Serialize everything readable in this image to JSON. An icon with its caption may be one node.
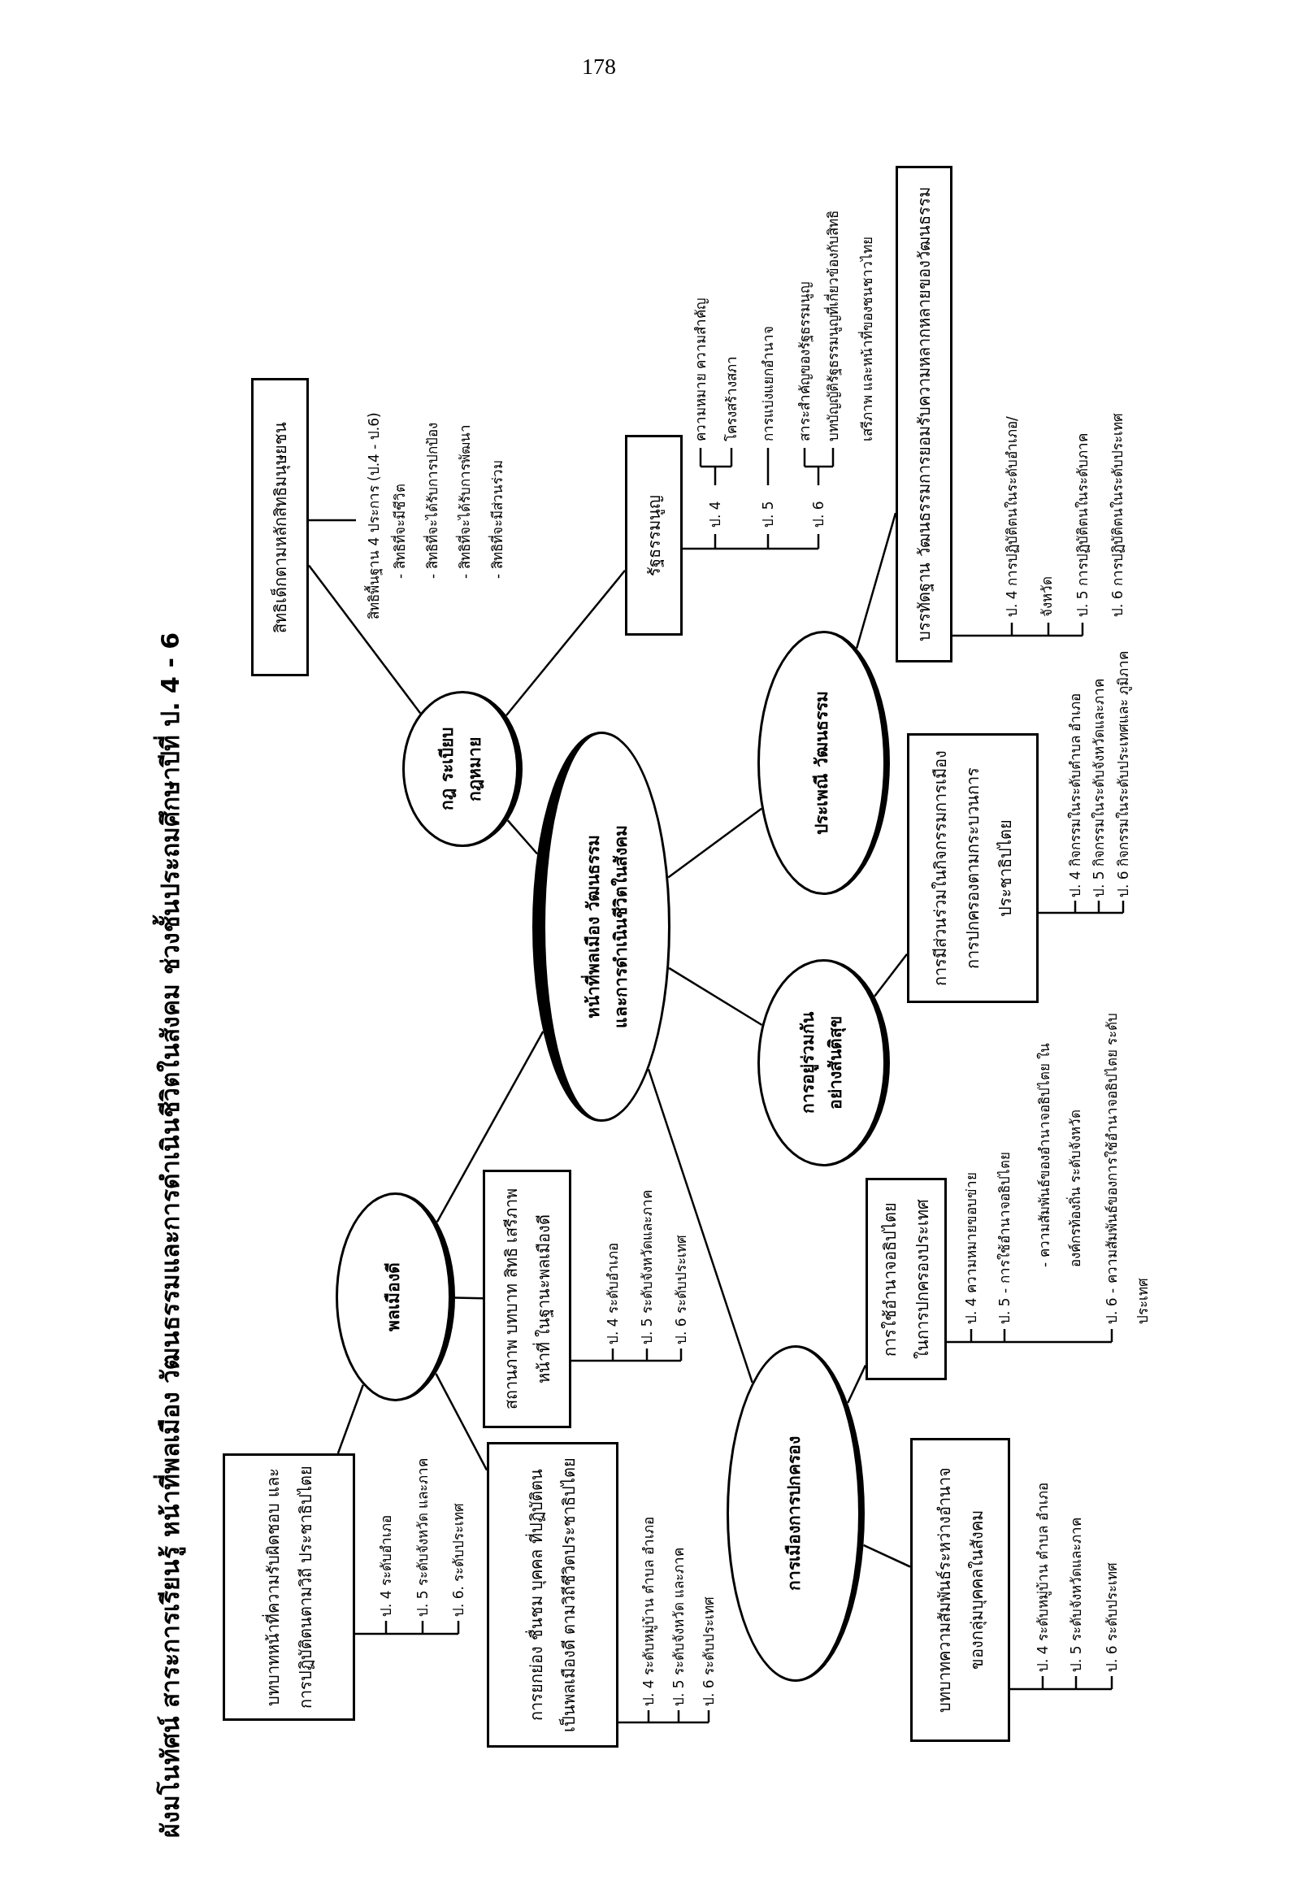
{
  "diagram": {
    "title": "ผังมโนทัศน์ สาระการเรียนรู้ หน้าที่พลเมือง วัฒนธรรมและการดำเนินชีวิตในสังคม ช่วงชั้นประถมศึกษาปีที่ ป. 4 - 6",
    "nodes": [
      {
        "text": [
          "หน้าที่พลเมือง วัฒนธรรม และการดำเนินชีวิตในสังคม"
        ]
      },
      {
        "text": [
          "กฎ ระเบียบ กฎหมาย"
        ]
      },
      {
        "text": [
          "สิทธิเด็กตามหลักสิทธิมนุษยชน"
        ],
        "beside": [
          "สิทธิพื้นฐาน 4 ประการ (ป.4 - ป.6)",
          "- สิทธิที่จะมีชีวิต",
          "- สิทธิที่จะได้รับการปกป้อง",
          "- สิทธิที่จะได้รับการพัฒนา",
          "- สิทธิที่จะมีส่วนร่วม"
        ]
      },
      {
        "text": [
          "รัฐธรรมนูญ"
        ],
        "beside": [
          "ป. 4",
          "ความหมาย ความสำคัญ",
          "โครงสร้างสภา",
          "ป. 5",
          "การแบ่งแยกอำนาจ",
          "ป. 6",
          "สาระสำคัญของรัฐธรรมนูญ",
          "บทบัญญัติรัฐธรรมนูญที่เกี่ยวข้องกับสิทธิ เสรีภาพ และหน้าที่ของชนชาวไทย"
        ]
      },
      {
        "text": [
          "ประเพณี วัฒนธรรม"
        ]
      },
      {
        "text": [
          "บรรทัดฐาน วัฒนธรรมการยอมรับความหลากหลายของวัฒนธรรม"
        ],
        "beside": [
          "ป. 4 การปฏิบัติตนในระดับอำเภอ/ จังหวัด",
          "ป. 5 การปฏิบัติตนในระดับภาค",
          "ป. 6 การปฏิบัติตนในระดับประเทศ"
        ]
      },
      {
        "text": [
          "การอยู่ร่วมกัน อย่างสันติสุข"
        ]
      },
      {
        "text": [
          "การมีส่วนร่วมในกิจกรรมการเมือง การปกครองตามกระบวนการ ประชาธิปไตย"
        ],
        "beside": [
          "ป. 4 กิจกรรมในระดับตำบล อำเภอ",
          "ป. 5 กิจกรรมในระดับจังหวัดและภาค",
          "ป. 6 กิจกรรมในระดับประเทศและ ภูมิภาค"
        ]
      },
      {
        "text": [
          "พลเมืองดี"
        ]
      },
      {
        "text": [
          "บทบาทหน้าที่ความรับผิดชอบ และการปฏิบัติตนตามวิถี ประชาธิปไตย"
        ],
        "beside": [
          "ป. 4 ระดับอำเภอ",
          "ป. 5 ระดับจังหวัด และภาค",
          "ป. 6. ระดับประเทศ"
        ]
      },
      {
        "text": [
          "สถานภาพ บทบาท สิทธิ เสรีภาพ หน้าที่ ในฐานะพลเมืองดี"
        ],
        "beside": [
          "ป. 4 ระดับอำเภอ",
          "ป. 5 ระดับจังหวัดและภาค",
          "ป. 6 ระดับประเทศ"
        ]
      },
      {
        "text": [
          "การยกย่อง ชื่นชม บุคคล ที่ปฏิบัติตนเป็นพลเมืองดี ตามวิถีชีวิตประชาธิปไตย"
        ],
        "beside": [
          "ป. 4 ระดับหมู่บ้าน ตำบล อำเภอ",
          "ป. 5 ระดับจังหวัด และภาค",
          "ป. 6 ระดับประเทศ"
        ]
      },
      {
        "text": [
          "การเมืองการปกครอง"
        ]
      },
      {
        "text": [
          "การใช้อำนาจอธิปไตย ในการปกครองประเทศ"
        ],
        "beside": [
          "ป. 4 ความหมายขอบข่าย",
          "ป. 5 - การใช้อำนาจอธิปไตย",
          "- ความสัมพันธ์ของอำนาจอธิปไตย ในองค์กรท้องถิ่น ระดับจังหวัด",
          "ป. 6 - ความสัมพันธ์ของการใช้อำนาจอธิปไตย ระดับประเทศ"
        ]
      },
      {
        "text": [
          "บทบาทความสัมพันธ์ระหว่างอำนาจ ของกลุ่มบุคคลในสังคม"
        ],
        "beside": [
          "ป. 4 ระดับหมู่บ้าน ตำบล อำเภอ",
          "ป. 5 ระดับจังหวัดและภาค",
          "ป. 6 ระดับประเทศ"
        ]
      }
    ],
    "edges": [
      {
        "from": 0,
        "to": 1,
        "arrow": "none"
      },
      {
        "from": 1,
        "to": 2,
        "arrow": "none"
      },
      {
        "from": 1,
        "to": 3,
        "arrow": "none"
      },
      {
        "from": 0,
        "to": 4,
        "arrow": "none"
      },
      {
        "from": 4,
        "to": 5,
        "arrow": "none"
      },
      {
        "from": 0,
        "to": 6,
        "arrow": "none"
      },
      {
        "from": 6,
        "to": 7,
        "arrow": "none"
      },
      {
        "from": 0,
        "to": 8,
        "arrow": "none"
      },
      {
        "from": 8,
        "to": 9,
        "arrow": "none"
      },
      {
        "from": 8,
        "to": 10,
        "arrow": "none"
      },
      {
        "from": 8,
        "to": 11,
        "arrow": "none"
      },
      {
        "from": 0,
        "to": 12,
        "arrow": "none"
      },
      {
        "from": 12,
        "to": 13,
        "arrow": "none"
      },
      {
        "from": 12,
        "to": 14,
        "arrow": "none"
      }
    ],
    "labels": [
      "178"
    ]
  }
}
